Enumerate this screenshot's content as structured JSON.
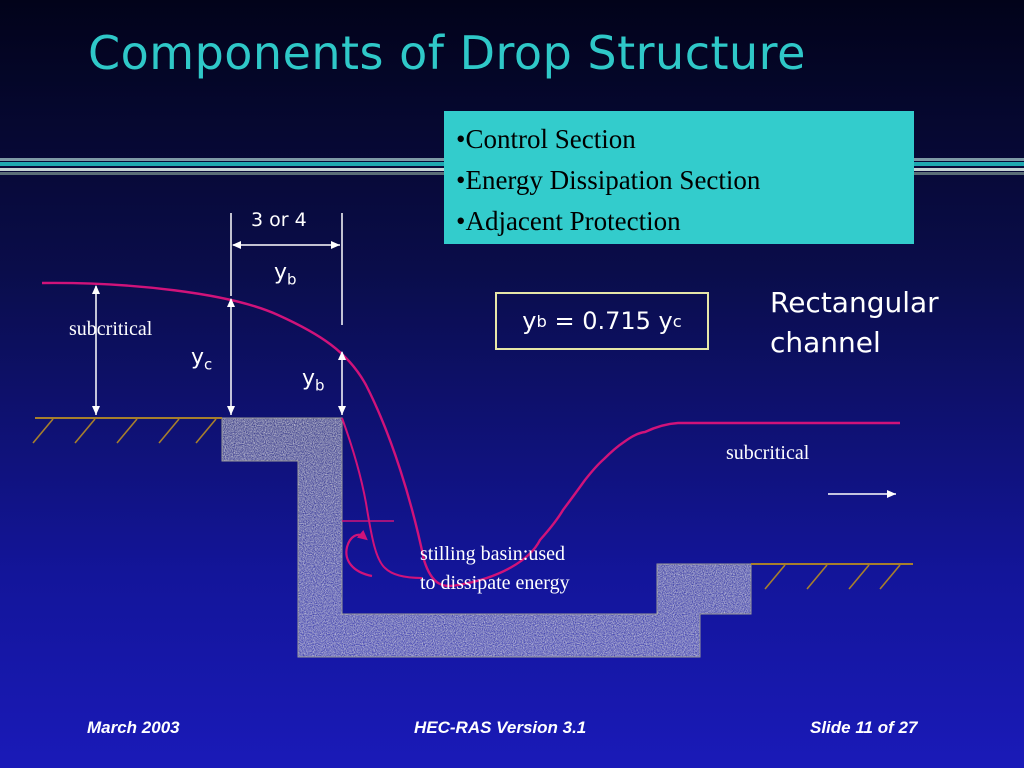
{
  "title": "Components of Drop Structure",
  "bullets": [
    "•Control Section",
    "•Energy Dissipation Section",
    "•Adjacent Protection"
  ],
  "formula": {
    "lhs_main": "y",
    "lhs_sub": "b",
    "eq": " = 0.715 ",
    "rhs_main": "y",
    "rhs_sub": "c"
  },
  "channel_label": {
    "line1": "Rectangular",
    "line2": "channel"
  },
  "labels": {
    "spacing": "3 or 4",
    "yb_top_main": "y",
    "yb_top_sub": "b",
    "yc_main": "y",
    "yc_sub": "c",
    "yb_mid_main": "y",
    "yb_mid_sub": "b",
    "subcritical_upstream": "subcritical",
    "subcritical_downstream": "subcritical",
    "stilling_line1": "stilling basin:used",
    "stilling_line2": "to dissipate energy"
  },
  "footer": {
    "date": "March 2003",
    "center": "HEC-RAS Version 3.1",
    "slide": "Slide 11 of 27"
  },
  "colors": {
    "title": "#2fc8c8",
    "bullet_box": "#33cccc",
    "water": "#d0137a",
    "ground": "#a77f2c",
    "concrete": "#c8c8c8"
  }
}
